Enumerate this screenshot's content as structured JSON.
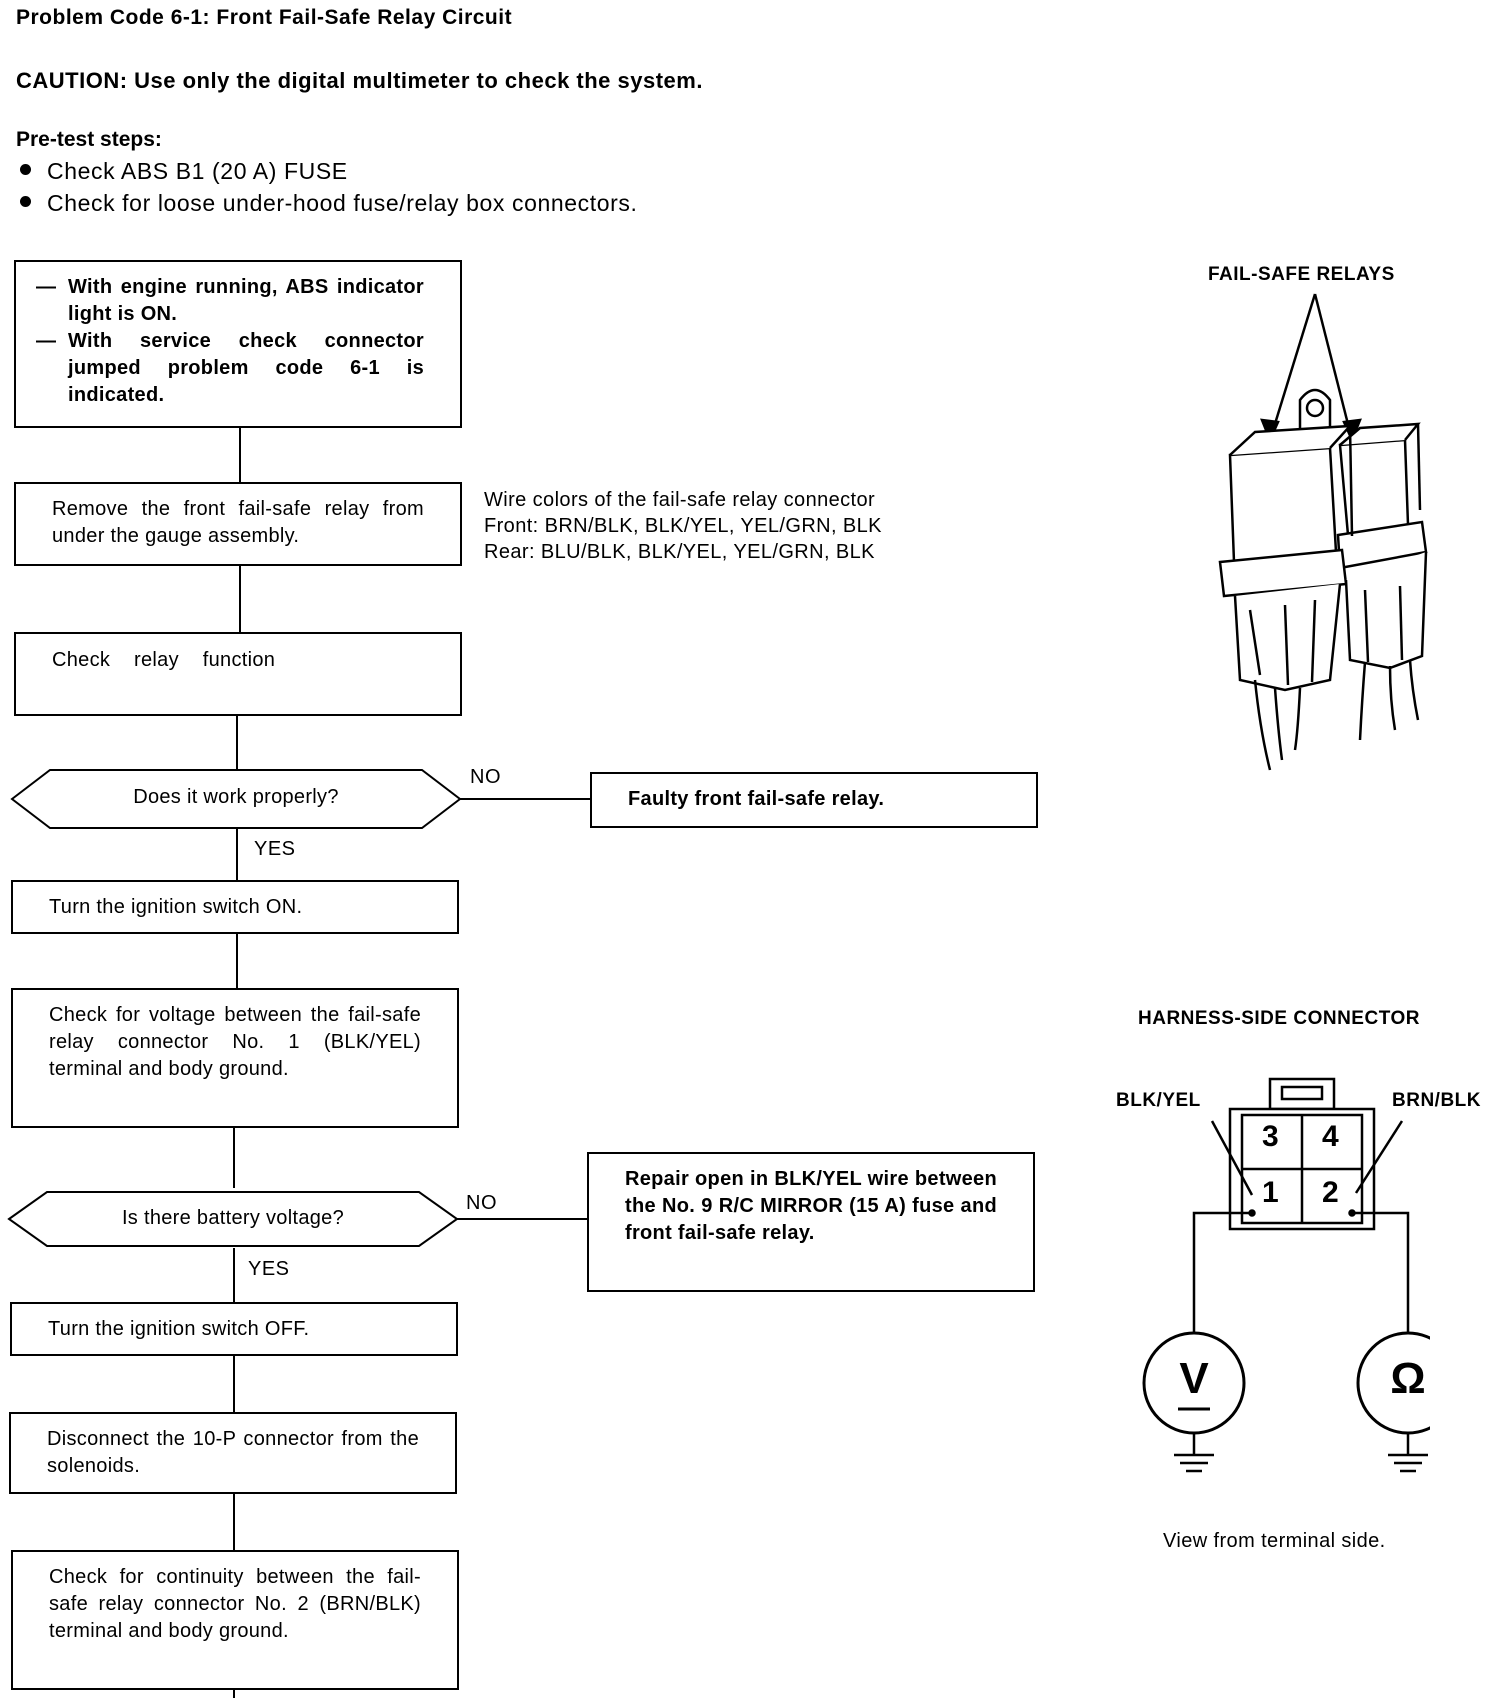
{
  "header": {
    "title": "Problem Code 6-1: Front Fail-Safe Relay Circuit",
    "caution": "CAUTION:  Use only the digital multimeter to check the system.",
    "pretest_title": "Pre-test steps:",
    "pretest_steps": [
      "Check ABS B1 (20 A) FUSE",
      "Check for loose under-hood fuse/relay box connectors."
    ]
  },
  "flow": {
    "start": [
      "With engine running, ABS indicator light is ON.",
      "With service check connector jumped problem code 6-1 is indicated."
    ],
    "remove_relay": "Remove the front fail-safe relay from under the gauge assembly.",
    "wire_colors": {
      "title": "Wire colors of the fail-safe relay connector",
      "front": "Front: BRN/BLK, BLK/YEL, YEL/GRN, BLK",
      "rear": "Rear:  BLU/BLK, BLK/YEL, YEL/GRN, BLK"
    },
    "check_relay": "Check relay function",
    "q1": "Does it work properly?",
    "q1_no": "NO",
    "q1_yes": "YES",
    "faulty_relay": "Faulty front fail-safe relay.",
    "ign_on": "Turn the ignition switch ON.",
    "check_voltage": "Check for voltage between the fail-safe relay connector No. 1 (BLK/YEL) terminal and body ground.",
    "q2": "Is there battery voltage?",
    "q2_no": "NO",
    "q2_yes": "YES",
    "repair_open": "Repair open in BLK/YEL wire between the No. 9 R/C MIRROR (15 A) fuse and front fail-safe relay.",
    "ign_off": "Turn the ignition switch OFF.",
    "disconnect": "Disconnect the 10-P connector from the solenoids.",
    "check_continuity": "Check for continuity between the fail-safe relay connector No. 2 (BRN/BLK) terminal and body ground."
  },
  "relay_figure": {
    "label": "FAIL-SAFE RELAYS"
  },
  "connector_figure": {
    "title": "HARNESS-SIDE CONNECTOR",
    "left_wire": "BLK/YEL",
    "right_wire": "BRN/BLK",
    "pins": [
      "3",
      "4",
      "1",
      "2"
    ],
    "voltmeter": "V",
    "ohmmeter": "Ω",
    "caption": "View from terminal side."
  }
}
